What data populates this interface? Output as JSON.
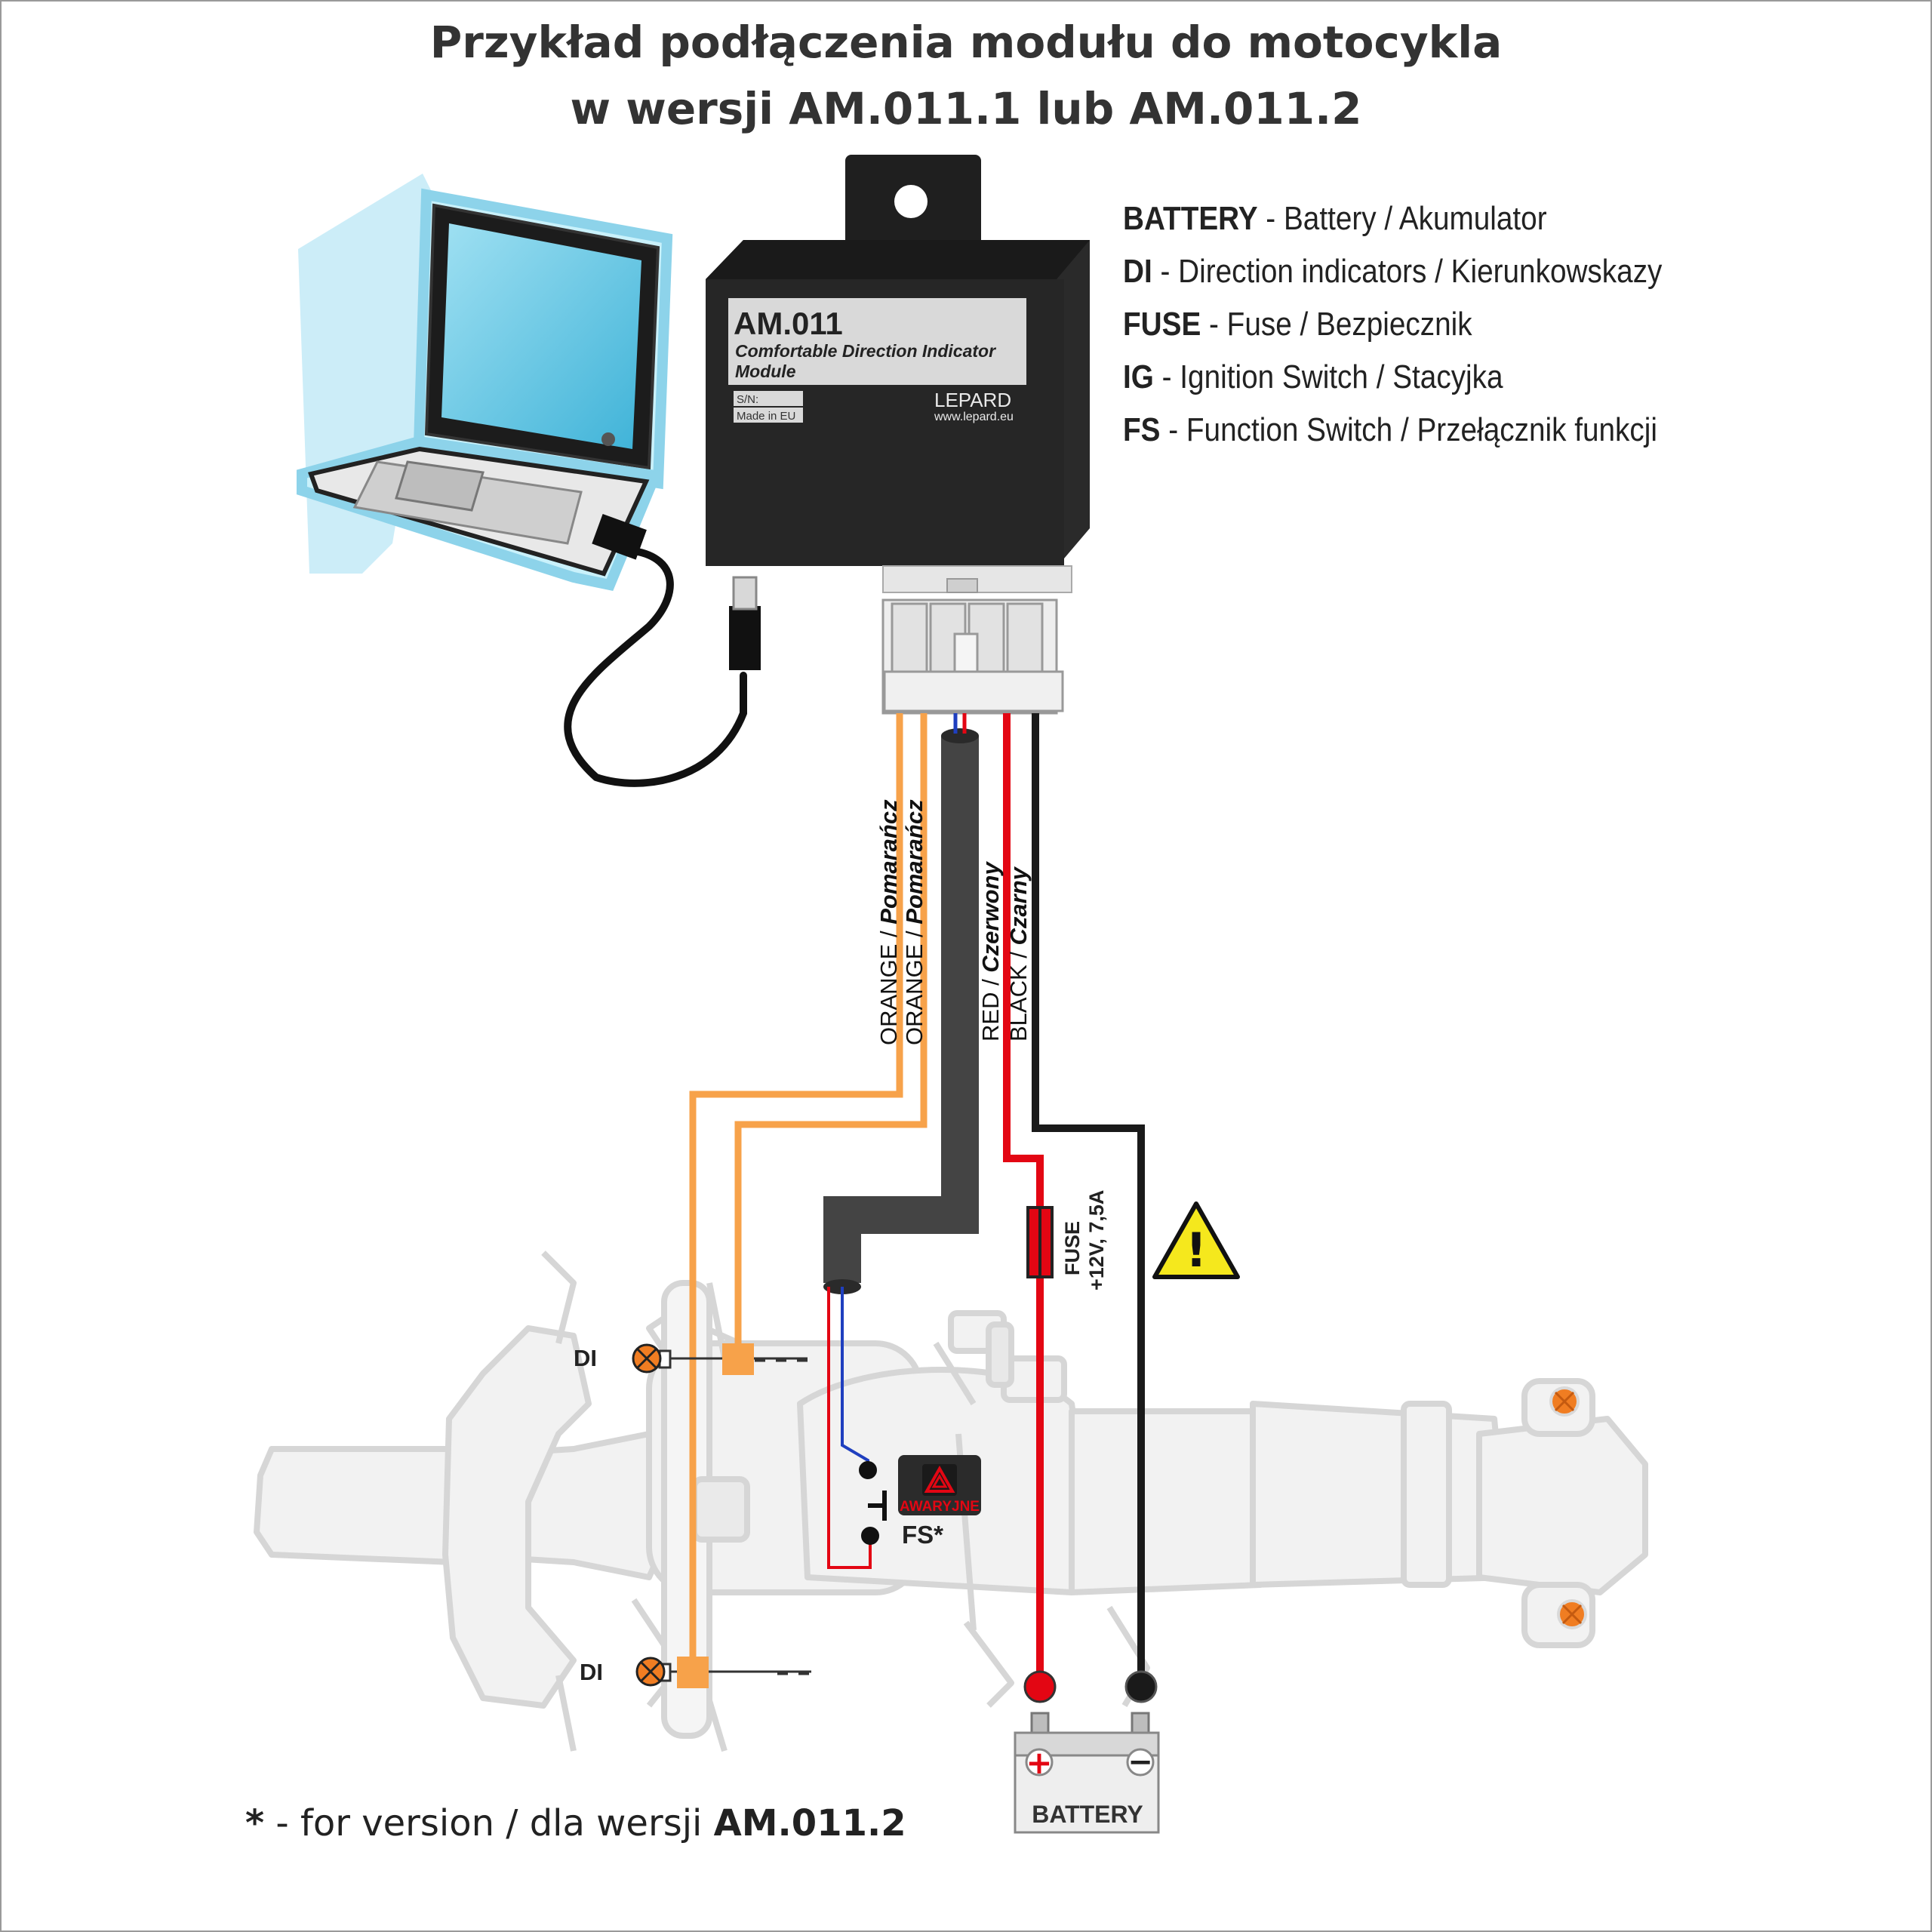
{
  "title": {
    "line1": "Przykład podłączenia modułu do motocykla",
    "line2": "w wersji AM.011.1 lub AM.011.2"
  },
  "legend": [
    {
      "abbr": "BATTERY",
      "text": " - Battery / Akumulator"
    },
    {
      "abbr": "DI",
      "text": " - Direction indicators / Kierunkowskazy"
    },
    {
      "abbr": "FUSE",
      "text": " - Fuse / Bezpiecznik"
    },
    {
      "abbr": "IG",
      "text": " - Ignition Switch / Stacyjka"
    },
    {
      "abbr": "FS",
      "text": " - Function Switch / Przełącznik funkcji"
    }
  ],
  "module": {
    "model": "AM.011",
    "description_line1": "Comfortable Direction Indicator",
    "description_line2": "Module",
    "serial_label": "S/N:",
    "origin": "Made in EU",
    "brand": "LEPARD",
    "website": "www.lepard.eu"
  },
  "wires": {
    "orange1_color": "ORANGE / ",
    "orange1_pl": "Pomarańcz",
    "orange2_color": "ORANGE / ",
    "orange2_pl": "Pomarańcz",
    "red_color": "RED / ",
    "red_pl": "Czerwony",
    "black_color": "BLACK / ",
    "black_pl": "Czarny"
  },
  "fuse": {
    "label": "FUSE",
    "rating": "+12V, 7,5A"
  },
  "warning_symbol": "!",
  "di_label_top": "DI",
  "di_label_bottom": "DI",
  "fs_label": "FS*",
  "hazard_button_label": "AWARYJNE",
  "battery": {
    "label": "BATTERY",
    "plus": "+",
    "minus": "−"
  },
  "footnote": {
    "star": "*",
    "text": " - for version / dla wersji ",
    "model": "AM.011.2"
  },
  "colors": {
    "orange_wire": "#f7a24a",
    "red_wire": "#e30613",
    "black_wire": "#1a1a1a",
    "blue_wire": "#1f3fbf",
    "module_body": "#252525",
    "laptop_screen": "#5cc4e3",
    "indicator": "#f07d22"
  }
}
